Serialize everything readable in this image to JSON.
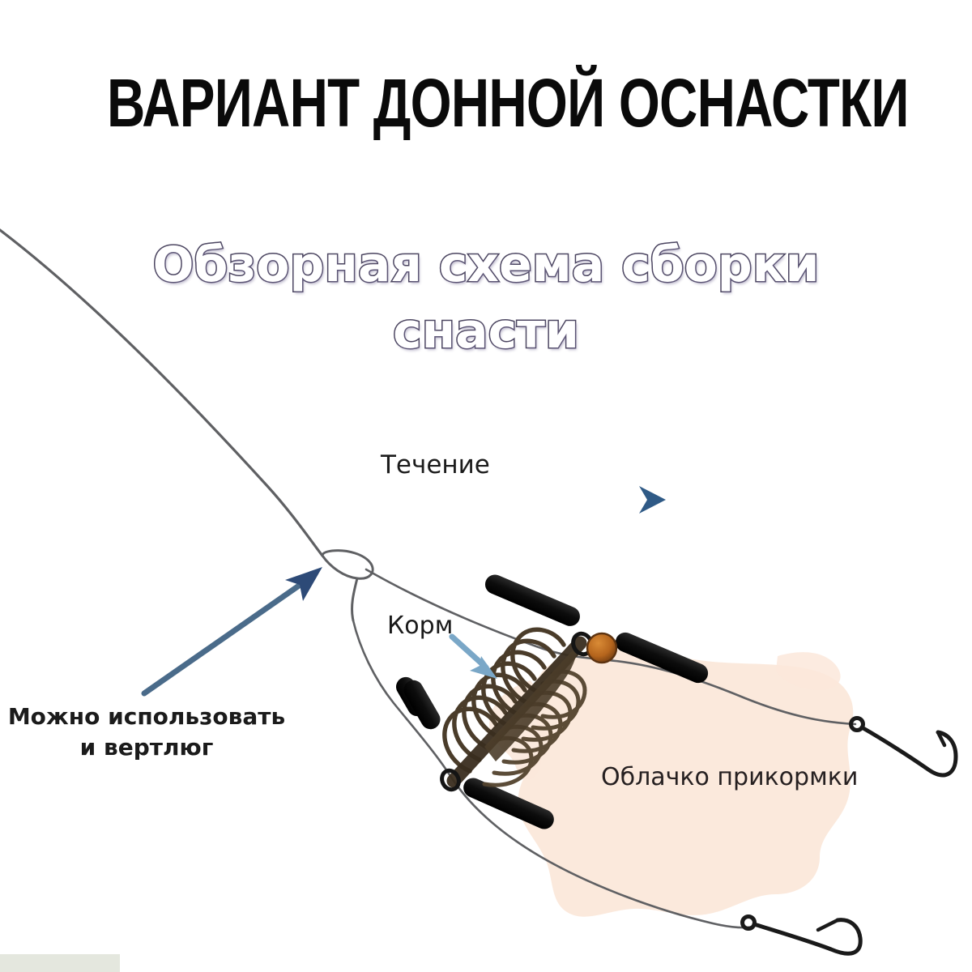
{
  "page": {
    "title": "ВАРИАНТ ДОННОЙ ОСНАСТКИ",
    "subtitle_line1": "Обзорная схема сборки",
    "subtitle_line2": "снасти",
    "background_color": "#ffffff"
  },
  "labels": {
    "flow": "Течение",
    "feed": "Корм",
    "cloud": "Облачко прикормки",
    "swivel_note": "Можно использовать и вертлюг"
  },
  "colors": {
    "title_color": "#0a0a0a",
    "subtitle_outline": "#4b4560",
    "label_color": "#231f20",
    "arrow_shaft": "#4a6b8a",
    "arrow_head": "#2d4a77",
    "feed_arrow": "#7aa7c7",
    "line_color": "#585858",
    "tube_color": "#111111",
    "spring_color": "#4a3c2a",
    "bead_color": "#b5651d",
    "cloud_fill": "#fbe8da",
    "hook_color": "#1a1a1a"
  },
  "diagram": {
    "type": "fishing-rig-schematic",
    "components": [
      {
        "name": "main-line",
        "label": "основная леска"
      },
      {
        "name": "loop-knot",
        "label": "петля / узел"
      },
      {
        "name": "spring-feeder",
        "label": "кормушка-пружина"
      },
      {
        "name": "bead",
        "label": "бусина"
      },
      {
        "name": "tube-segment",
        "label": "кембрик"
      },
      {
        "name": "hook-upper",
        "label": "крючок верхний"
      },
      {
        "name": "hook-lower",
        "label": "крючок нижний"
      },
      {
        "name": "groundbait-cloud",
        "label": "облачко прикормки"
      }
    ],
    "flow_direction": "left-to-right",
    "tube_count": 5,
    "hook_count": 2,
    "bead_count": 1
  }
}
